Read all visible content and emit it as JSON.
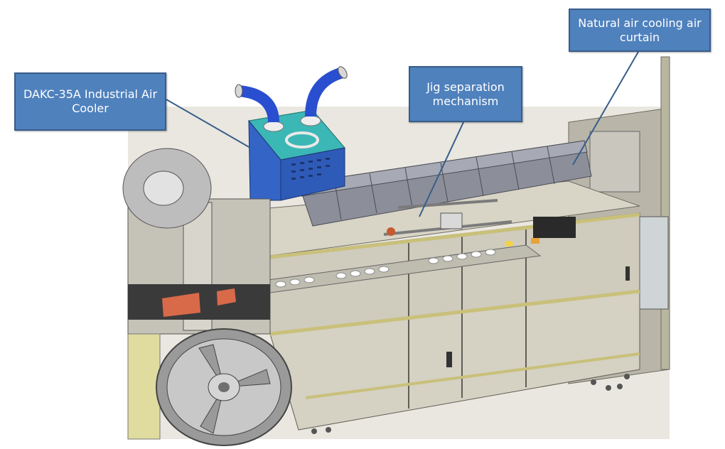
{
  "callouts": {
    "cooler": "DAKC-35A Industrial Air Cooler",
    "jig": "Jig separation mechanism",
    "curtain": "Natural air cooling air curtain"
  },
  "colors": {
    "callout_fill": "#4f81bd",
    "callout_border": "#385d8a",
    "leader_line": "#385d8a",
    "machine_panel": "#cfcbbd",
    "frame_yellow": "#c9c07a",
    "cooler_teal": "#35b0b0",
    "cooler_blue": "#2f56b8",
    "duct_blue": "#2a4ed0"
  }
}
